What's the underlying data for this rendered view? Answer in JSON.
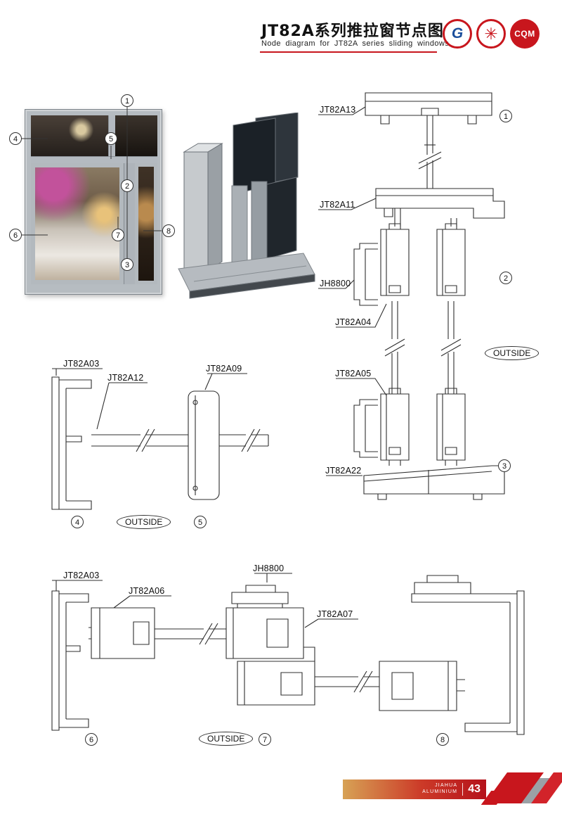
{
  "header": {
    "title": "JT82A系列推拉窗节点图",
    "subtitle": "Node diagram for JT82A series sliding windows",
    "logos": {
      "logo1_glyph": "G",
      "logo2_glyph": "✳",
      "logo3_text": "CQM"
    }
  },
  "photo_callouts": {
    "c1": "1",
    "c2": "2",
    "c3": "3",
    "c4": "4",
    "c5": "5",
    "c6": "6",
    "c7": "7",
    "c8": "8"
  },
  "right_diagram": {
    "jt82a13": "JT82A13",
    "jt82a11": "JT82A11",
    "jh8800": "JH8800",
    "jt82a04": "JT82A04",
    "jt82a05": "JT82A05",
    "jt82a22": "JT82A22",
    "outside": "OUTSIDE",
    "callout1": "1",
    "callout2": "2",
    "callout3": "3"
  },
  "mid_diagram": {
    "jt82a03": "JT82A03",
    "jt82a12": "JT82A12",
    "jt82a09": "JT82A09",
    "outside": "OUTSIDE",
    "callout4": "4",
    "callout5": "5"
  },
  "bottom_diagram": {
    "jt82a03": "JT82A03",
    "jt82a06": "JT82A06",
    "jh8800": "JH8800",
    "jt82a07": "JT82A07",
    "outside": "OUTSIDE",
    "callout6": "6",
    "callout7": "7",
    "callout8": "8"
  },
  "footer": {
    "brand_line1": "JIAHUA",
    "brand_line2": "ALUMINIUM",
    "page_number": "43"
  },
  "colors": {
    "accent_red": "#c8161d",
    "drawing_stroke": "#2f2f2f"
  }
}
